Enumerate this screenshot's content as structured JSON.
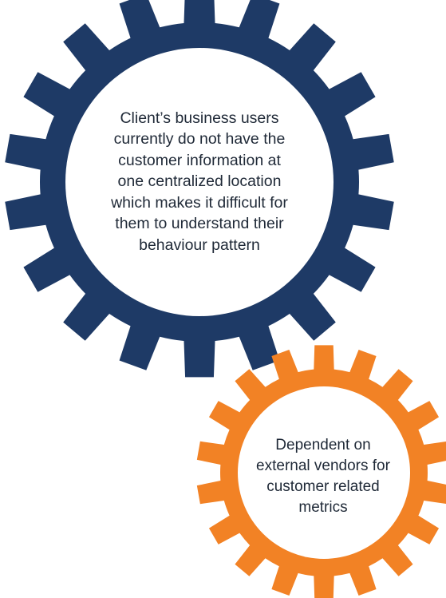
{
  "gears": [
    {
      "id": "blue-gear",
      "fill_color": "#1e3a66",
      "hub_color": "#ffffff",
      "text_lines": [
        "Client’s business users",
        "currently do not have the",
        "customer information at",
        "one centralized location",
        "which makes it difficult for",
        "them to understand their",
        "behaviour pattern"
      ]
    },
    {
      "id": "orange-gear",
      "fill_color": "#f28225",
      "hub_color": "#ffffff",
      "text_lines": [
        "Dependent on",
        "external vendors for",
        "customer related",
        "metrics"
      ]
    }
  ]
}
